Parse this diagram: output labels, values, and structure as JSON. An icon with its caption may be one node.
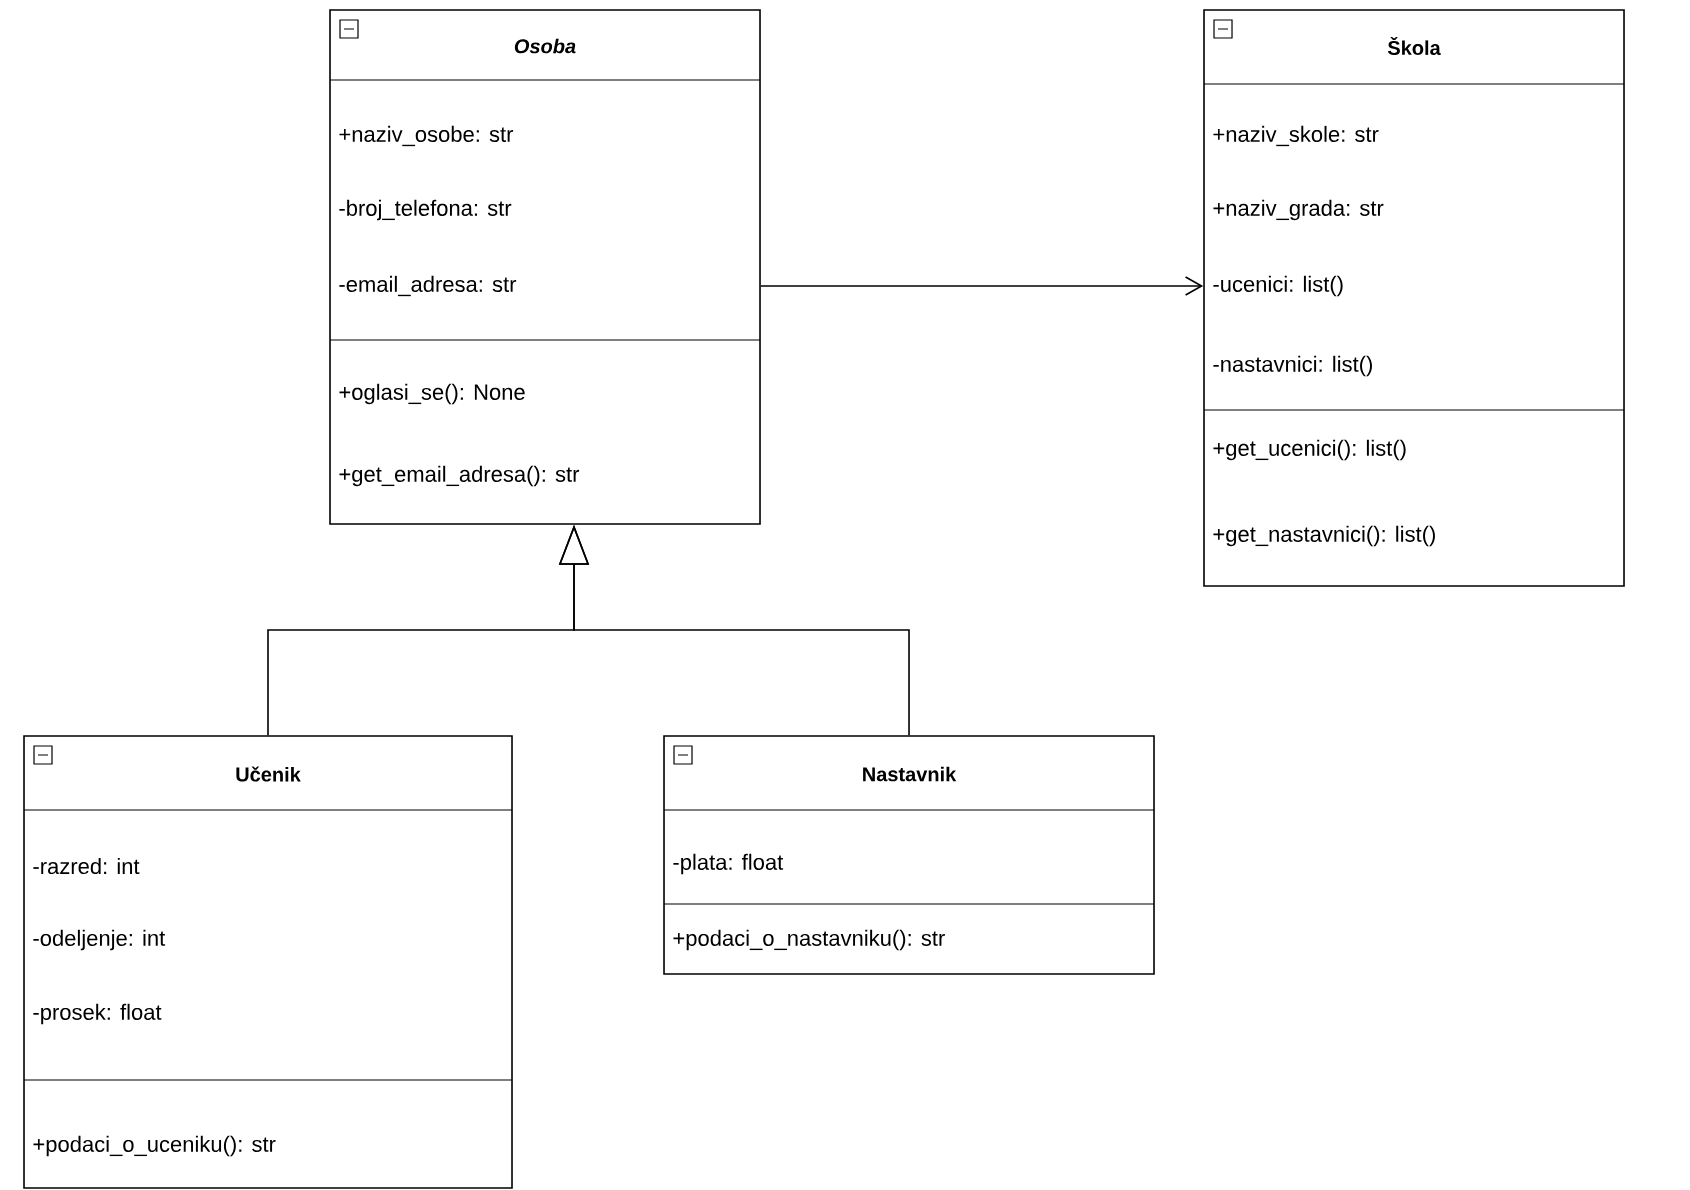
{
  "diagram": {
    "nodes": [
      {
        "text": [
          "Osoba",
          "+naziv_osobe: str",
          "-broj_telefona: str",
          "-email_adresa: str",
          "+oglasi_se(): None",
          "+get_email_adresa(): str"
        ]
      },
      {
        "text": [
          "Škola",
          "+naziv_skole: str",
          "+naziv_grada: str",
          "-ucenici: list()",
          "-nastavnici: list()",
          "+get_ucenici(): list()",
          "+get_nastavnici(): list()"
        ]
      },
      {
        "text": [
          "Učenik",
          "-razred: int",
          "-odeljenje: int",
          "-prosek: float",
          "+podaci_o_uceniku(): str"
        ]
      },
      {
        "text": [
          "Nastavnik",
          "-plata: float",
          "+podaci_o_nastavniku(): str"
        ]
      }
    ],
    "edges": [
      {
        "from": 0,
        "to": 1,
        "arrow": "to"
      },
      {
        "from": 2,
        "to": 0,
        "arrow": "to"
      },
      {
        "from": 3,
        "to": 0,
        "arrow": "to"
      }
    ]
  }
}
